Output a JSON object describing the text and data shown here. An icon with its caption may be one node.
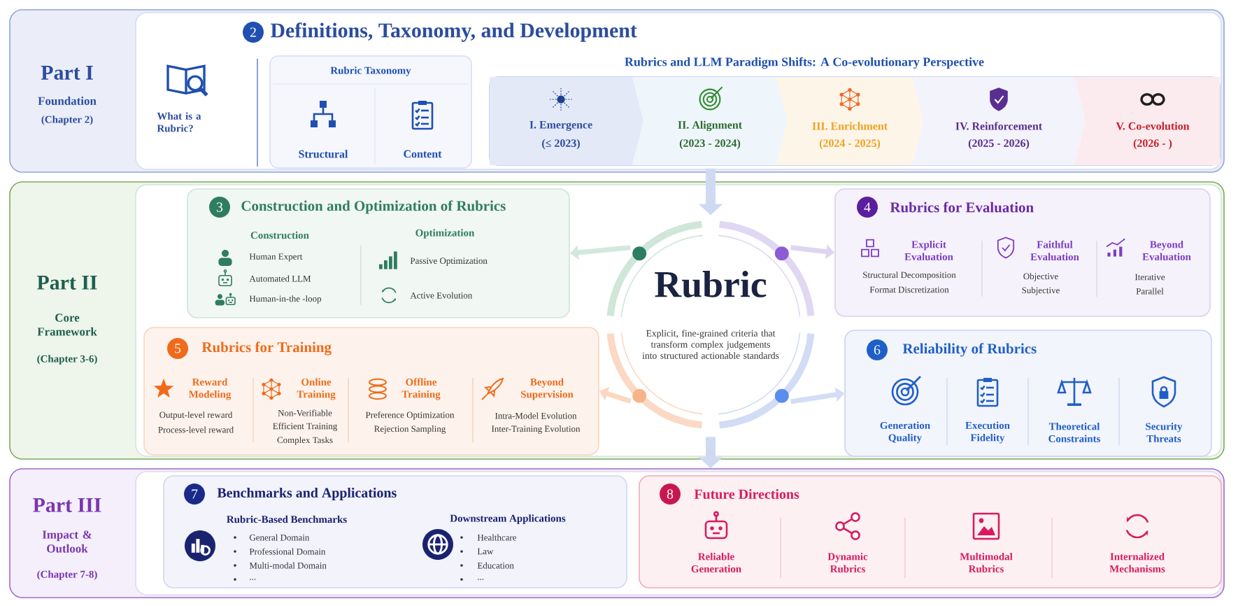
{
  "diagram": {
    "nodes": [
      {
        "text": [
          "Part I",
          "Foundation",
          "(Chapter 2)"
        ]
      },
      {
        "text": [
          "2",
          "Definitions, Taxonomy, and Development",
          "What is a Rubric?"
        ],
        "in": 0
      },
      {
        "text": [
          "Rubric Taxonomy",
          "Structural",
          "Content"
        ],
        "in": 1
      },
      {
        "text": [
          "Rubrics and LLM Paradigm Shifts: A Co-evolutionary Perspective"
        ],
        "in": 1
      },
      {
        "text": [
          "I. Emergence",
          "(≤ 2023)"
        ],
        "in": 3
      },
      {
        "text": [
          "II. Alignment",
          "(2023 - 2024)"
        ],
        "in": 3
      },
      {
        "text": [
          "III. Enrichment",
          "(2024 - 2025)"
        ],
        "in": 3
      },
      {
        "text": [
          "IV. Reinforcement",
          "(2025 - 2026)"
        ],
        "in": 3
      },
      {
        "text": [
          "V. Co-evolution",
          "(2026 - )"
        ],
        "in": 3
      },
      {
        "text": [
          "Part II",
          "Core Framework",
          "(Chapter 3-6)"
        ]
      },
      {
        "text": [
          "3",
          "Construction and Optimization of Rubrics",
          "Construction",
          "Human Expert",
          "Automated LLM",
          "Human-in-the -loop",
          "Optimization",
          "Passive Optimization",
          "Active Evolution"
        ],
        "in": 9
      },
      {
        "text": [
          "Rubric",
          "Explicit, fine-grained criteria that transform complex judgements into structured actionable standards"
        ],
        "in": 9
      },
      {
        "text": [
          "4",
          "Rubrics for Evaluation",
          "Explicit Evaluation",
          "Structural Decomposition",
          "Format Discretization",
          "Faithful Evaluation",
          "Objective",
          "Subjective",
          "Beyond Evaluation",
          "Iterative",
          "Parallel"
        ],
        "in": 9
      },
      {
        "text": [
          "5",
          "Rubrics for Training",
          "Reward Modeling",
          "Output-level reward",
          "Process-level reward",
          "Online Training",
          "Non-Verifiable",
          "Efficient Training",
          "Complex Tasks",
          "Offline Training",
          "Preference Optimization",
          "Rejection Sampling",
          "Beyond Supervision",
          "Intra-Model Evolution",
          "Inter-Training Evolution"
        ],
        "in": 9
      },
      {
        "text": [
          "6",
          "Reliability of Rubrics",
          "Generation Quality",
          "Execution Fidelity",
          "Theoretical Constraints",
          "Security Threats"
        ],
        "in": 9
      },
      {
        "text": [
          "Part III",
          "Impact & Outlook",
          "(Chapter 7-8)"
        ]
      },
      {
        "text": [
          "7",
          "Benchmarks and Applications",
          "Rubric-Based Benchmarks",
          "General Domain",
          "Professional Domain",
          "Multi-modal Domain",
          "...",
          "Downstream Applications",
          "Healthcare",
          "Law",
          "Education",
          "..."
        ],
        "in": 15
      },
      {
        "text": [
          "8",
          "Future Directions",
          "Reliable Generation",
          "Dynamic Rubrics",
          "Multimodal Rubrics",
          "Internalized Mechanisms"
        ],
        "in": 15
      }
    ],
    "edges": [
      {
        "from": 3,
        "to": 11,
        "arrow": "to",
        "style": "thick",
        "color": "#cfdaf2"
      },
      {
        "from": 11,
        "to": 10,
        "arrow": "to",
        "color": "#d3e8dc"
      },
      {
        "from": 11,
        "to": 12,
        "arrow": "to",
        "color": "#ded5f1"
      },
      {
        "from": 11,
        "to": 13,
        "arrow": "to",
        "color": "#fbd7c0"
      },
      {
        "from": 11,
        "to": 14,
        "arrow": "to",
        "color": "#d3ddf5"
      },
      {
        "from": 11,
        "to": 15,
        "arrow": "to",
        "style": "thick",
        "color": "#cfdaf2"
      }
    ]
  }
}
